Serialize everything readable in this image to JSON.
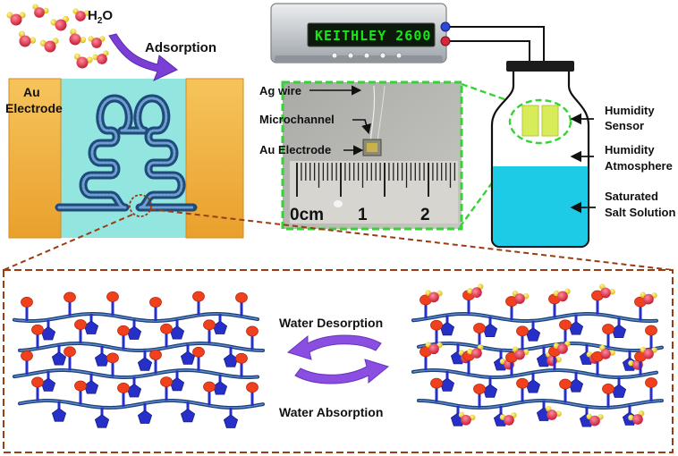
{
  "sensor_chip": {
    "water_label_main": "H",
    "water_label_sub": "2",
    "water_label_end": "O",
    "adsorption_label": "Adsorption",
    "electrode_label_line1": "Au",
    "electrode_label_line2": "Electrode",
    "colors": {
      "electrode": "#f2ad3a",
      "substrate": "#93e6e0",
      "channel": "#2a5c94"
    }
  },
  "photo": {
    "ag_wire_label": "Ag wire",
    "microchannel_label": "Microchannel",
    "electrode_label": "Au Electrode",
    "ruler_ticks": [
      "0cm",
      "1",
      "2"
    ]
  },
  "meter": {
    "display_text": "KEITHLEY 2600"
  },
  "bottle": {
    "sensor_label_line1": "Humidity",
    "sensor_label_line2": "Sensor",
    "atmosphere_label_line1": "Humidity",
    "atmosphere_label_line2": "Atmosphere",
    "solution_label_line1": "Saturated",
    "solution_label_line2": "Salt Solution",
    "colors": {
      "solution": "#1ecbe6",
      "sensor": "#d8ec5a"
    }
  },
  "zoom_panel": {
    "desorption_label": "Water Desorption",
    "absorption_label": "Water Absorption",
    "colors": {
      "frame": "#9a3d14",
      "arrow": "#8a4ee0",
      "chain": "#2d5fa8",
      "pendant": "#2630c8",
      "head": "#f0401e"
    }
  }
}
